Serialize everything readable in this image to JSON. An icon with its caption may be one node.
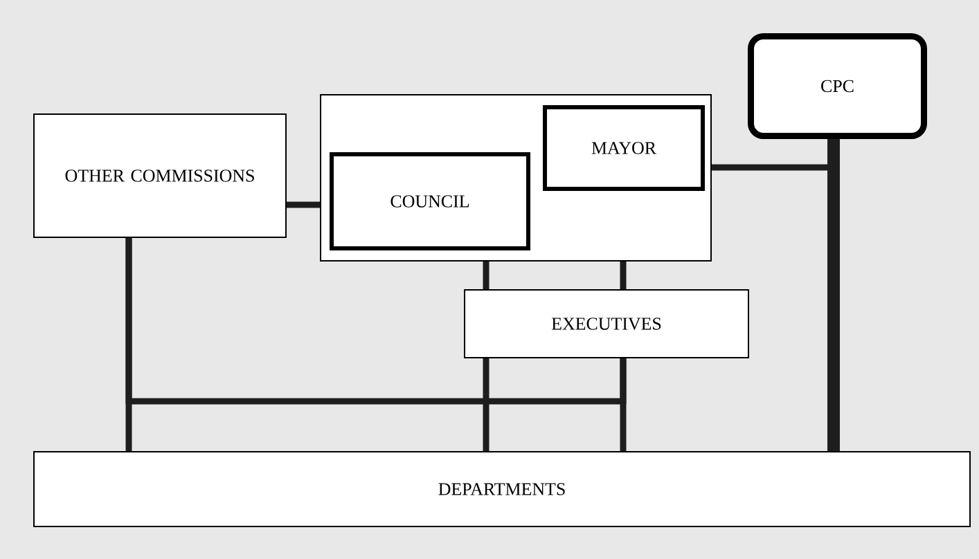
{
  "diagram": {
    "nodes": [
      {
        "text": [
          "OTHER COMMISSIONS"
        ]
      },
      {
        "text": [],
        "shape": "box"
      },
      {
        "text": [
          "COUNCIL"
        ],
        "in": 1
      },
      {
        "text": [
          "MAYOR"
        ],
        "in": 1
      },
      {
        "text": [
          "CPC"
        ]
      },
      {
        "text": [
          "EXECUTIVES"
        ]
      },
      {
        "text": [
          "DEPARTMENTS"
        ]
      }
    ],
    "edges": [
      {
        "from": 0,
        "to": 1,
        "arrow": "none"
      },
      {
        "from": 1,
        "to": 4,
        "arrow": "none"
      },
      {
        "from": 4,
        "to": 6,
        "arrow": "none",
        "style": "thick"
      },
      {
        "from": 1,
        "to": 5,
        "arrow": "none"
      },
      {
        "from": 1,
        "to": 5,
        "arrow": "none"
      },
      {
        "from": 5,
        "to": 6,
        "arrow": "none"
      },
      {
        "from": 0,
        "to": 6,
        "arrow": "none"
      },
      {
        "from": 0,
        "to": 5,
        "arrow": "none"
      },
      {
        "from": 5,
        "to": 6,
        "arrow": "none"
      }
    ]
  }
}
